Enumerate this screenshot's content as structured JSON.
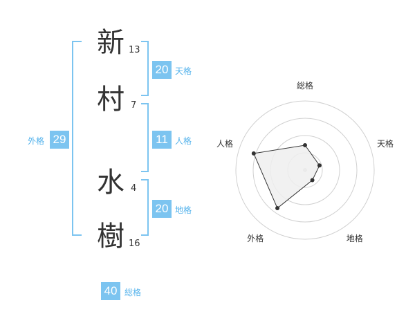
{
  "name": {
    "characters": [
      {
        "char": "新",
        "strokes": "13"
      },
      {
        "char": "村",
        "strokes": "7"
      },
      {
        "char": "水",
        "strokes": "4"
      },
      {
        "char": "樹",
        "strokes": "16"
      }
    ]
  },
  "scores": {
    "tenkaku": {
      "value": "20",
      "label": "天格"
    },
    "jinkaku": {
      "value": "11",
      "label": "人格"
    },
    "chikaku": {
      "value": "20",
      "label": "地格"
    },
    "gaikaku": {
      "value": "29",
      "label": "外格"
    },
    "soukaku": {
      "value": "40",
      "label": "総格"
    }
  },
  "radar": {
    "axes": [
      "総格",
      "天格",
      "地格",
      "外格",
      "人格"
    ],
    "values": [
      0.36,
      0.22,
      0.18,
      0.68,
      0.78
    ],
    "colors": {
      "accent": "#7cc4f0",
      "bracket": "#7cc4f0",
      "ring": "#d0d0d0",
      "fill": "#eeeeee",
      "line": "#333333"
    }
  }
}
